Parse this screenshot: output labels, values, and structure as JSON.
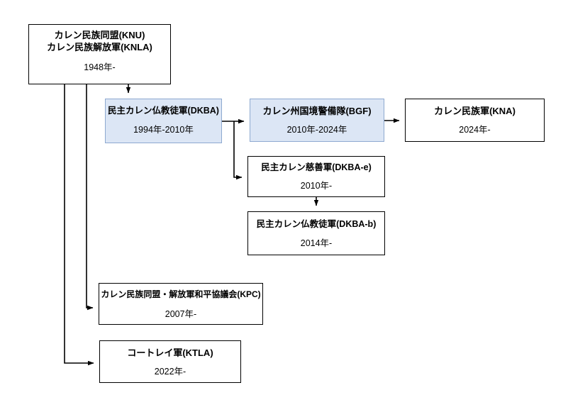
{
  "diagram": {
    "title_text": "",
    "colors": {
      "node_fill_default": "#ffffff",
      "node_fill_highlight": "#dce6f5",
      "node_border_default": "#000000",
      "node_border_highlight": "#8ea9d0",
      "connector": "#000000",
      "background": "#ffffff"
    },
    "nodes": [
      {
        "id": "knu",
        "title": "カレン民族同盟(KNU)",
        "title2": "カレン民族解放軍(KNLA)",
        "subtitle": "1948年-",
        "highlight": false
      },
      {
        "id": "dkba",
        "title": "民主カレン仏教徒軍(DKBA)",
        "subtitle": "1994年-2010年",
        "highlight": true
      },
      {
        "id": "bgf",
        "title": "カレン州国境警備隊(BGF)",
        "subtitle": "2010年-2024年",
        "highlight": true
      },
      {
        "id": "kna",
        "title": "カレン民族軍(KNA)",
        "subtitle": "2024年-",
        "highlight": false
      },
      {
        "id": "dkba_e",
        "title": "民主カレン慈善軍(DKBA-e)",
        "subtitle": "2010年-",
        "highlight": false
      },
      {
        "id": "dkba_b",
        "title": "民主カレン仏教徒軍(DKBA-b)",
        "subtitle": "2014年-",
        "highlight": false
      },
      {
        "id": "kpc",
        "title": "カレン民族同盟・解放軍和平協議会(KPC)",
        "subtitle": "2007年-",
        "highlight": false
      },
      {
        "id": "ktla",
        "title": "コートレイ軍(KTLA)",
        "subtitle": "2022年-",
        "highlight": false
      }
    ],
    "edges": [
      {
        "from": "knu",
        "to": "dkba"
      },
      {
        "from": "knu",
        "to": "kpc"
      },
      {
        "from": "knu",
        "to": "ktla"
      },
      {
        "from": "dkba",
        "to": "bgf"
      },
      {
        "from": "dkba",
        "to": "dkba_e"
      },
      {
        "from": "bgf",
        "to": "kna"
      },
      {
        "from": "dkba_e",
        "to": "dkba_b"
      }
    ]
  }
}
